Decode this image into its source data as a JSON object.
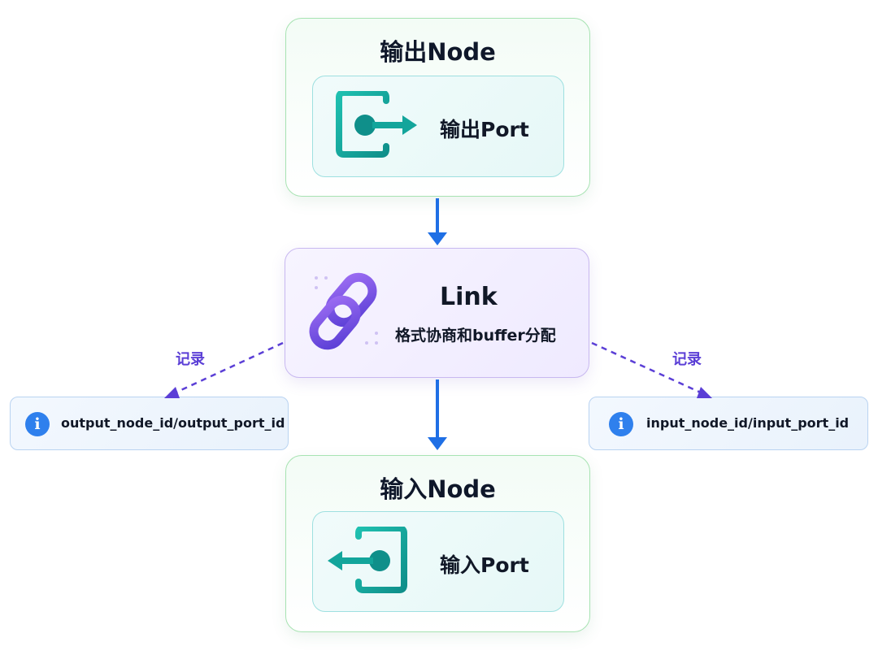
{
  "output_node": {
    "title": "输出Node",
    "port_label": "输出Port",
    "port_icon": "output-port-icon"
  },
  "link": {
    "title": "Link",
    "subtitle": "格式协商和buffer分配",
    "icon": "chain-link-icon"
  },
  "input_node": {
    "title": "输入Node",
    "port_label": "输入Port",
    "port_icon": "input-port-icon"
  },
  "left_record": {
    "label": "记录",
    "info_text": "output_node_id/output_port_id"
  },
  "right_record": {
    "label": "记录",
    "info_text": "input_node_id/input_port_id"
  },
  "colors": {
    "node_border": "#a7e3b2",
    "port_border": "#9ee0e0",
    "teal_icon": "#13a59b",
    "link_border": "#c8b8f0",
    "flow_arrow": "#1f6fe5",
    "record_arrow": "#5b3fd6",
    "info_icon": "#2f80ed"
  }
}
